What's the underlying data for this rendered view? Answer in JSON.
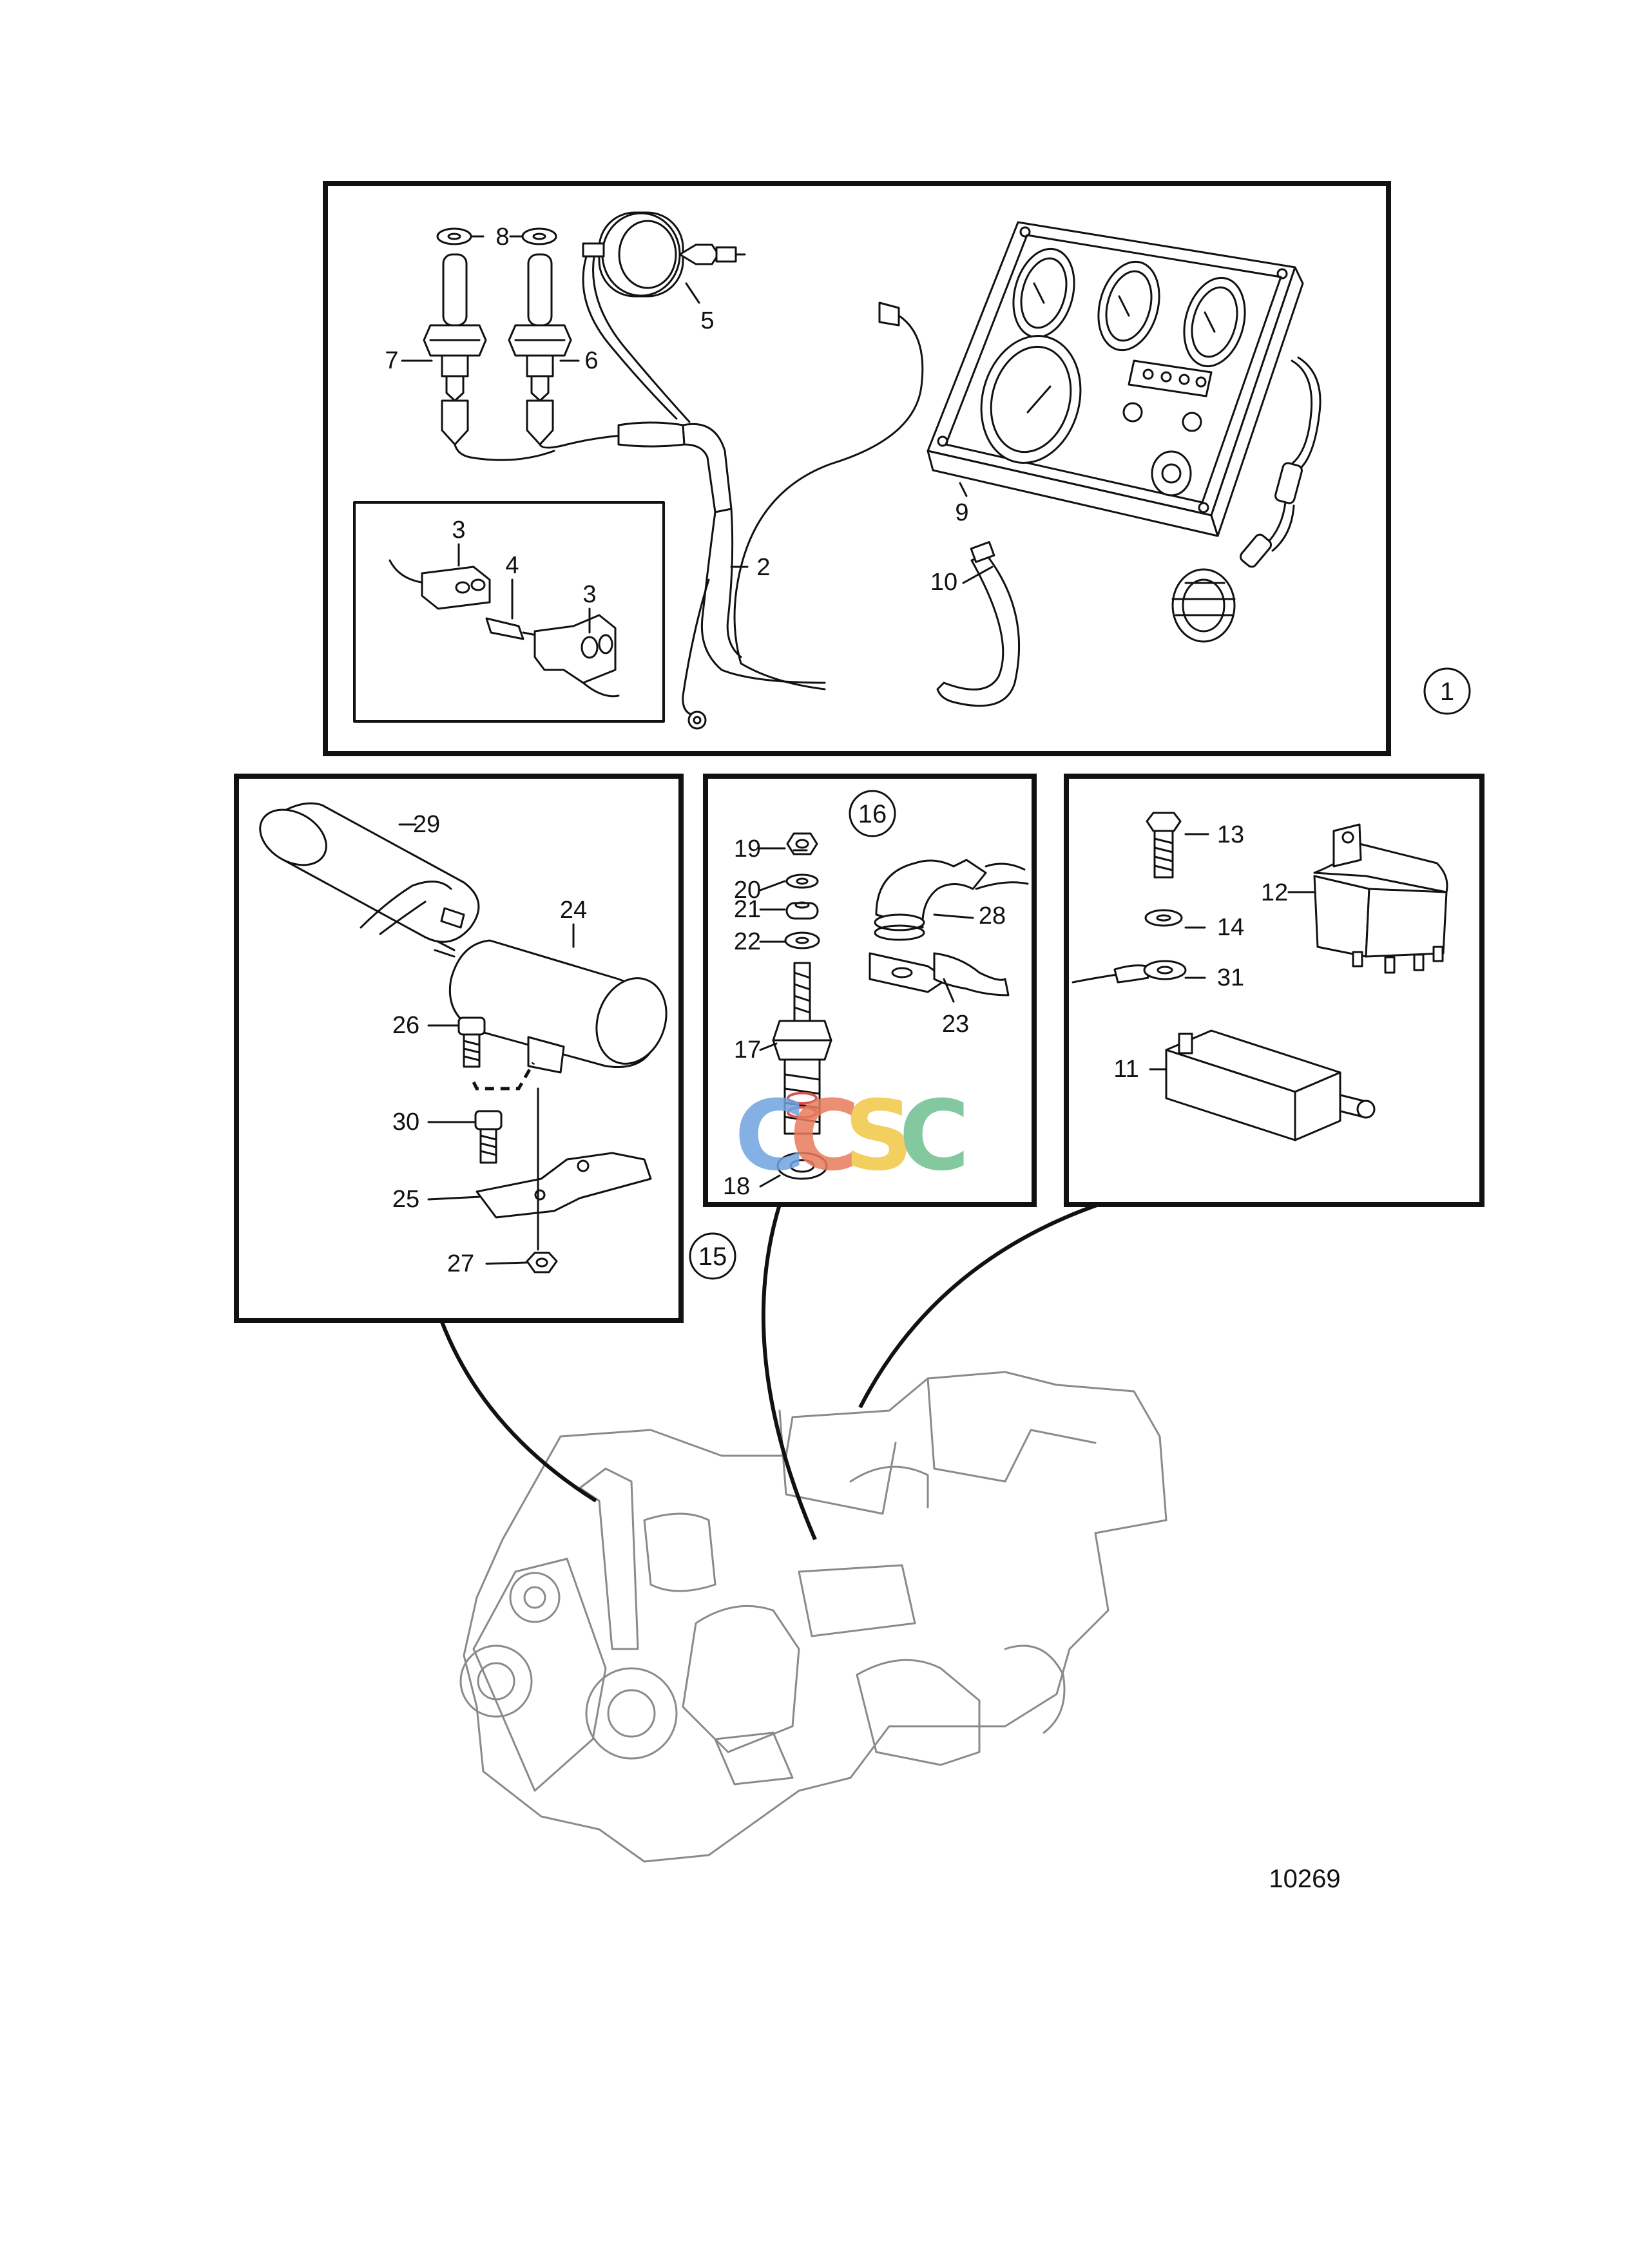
{
  "drawing_number": "10269",
  "group_labels": {
    "g1": "1",
    "g15": "15",
    "g16": "16"
  },
  "callouts": {
    "c2": "2",
    "c3a": "3",
    "c3b": "3",
    "c4": "4",
    "c5": "5",
    "c6": "6",
    "c7": "7",
    "c8": "8",
    "c9": "9",
    "c10": "10",
    "c11": "11",
    "c12": "12",
    "c13": "13",
    "c14": "14",
    "c17": "17",
    "c18": "18",
    "c19": "19",
    "c20": "20",
    "c21": "21",
    "c22": "22",
    "c23": "23",
    "c24": "24",
    "c25": "25",
    "c26": "26",
    "c27": "27",
    "c28": "28",
    "c29": "29",
    "c30": "30",
    "c31": "31"
  },
  "watermark": {
    "letters": [
      "C",
      "C",
      "S",
      "C"
    ],
    "colors": [
      "#6fa3e0",
      "#e87b5c",
      "#f2c744",
      "#6fbf8f"
    ]
  }
}
